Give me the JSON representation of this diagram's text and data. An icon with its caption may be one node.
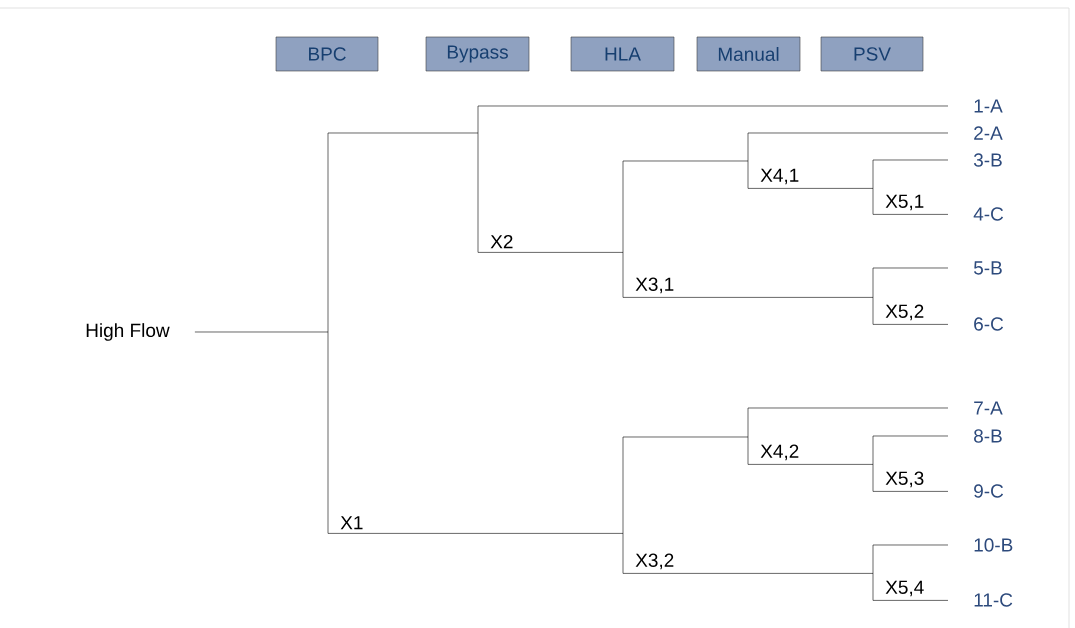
{
  "diagram": {
    "nodes": [
      {
        "text": [
          "BPC"
        ]
      },
      {
        "text": [
          "Bypass"
        ]
      },
      {
        "text": [
          "HLA"
        ]
      },
      {
        "text": [
          "Manual"
        ]
      },
      {
        "text": [
          "PSV"
        ]
      },
      {
        "text": [
          "High Flow"
        ]
      },
      {
        "text": [
          "X1"
        ]
      },
      {
        "text": [
          "X2"
        ]
      },
      {
        "text": [
          "X3,1"
        ]
      },
      {
        "text": [
          "X4,1"
        ]
      },
      {
        "text": [
          "X5,1"
        ]
      },
      {
        "text": [
          "X5,2"
        ]
      },
      {
        "text": [
          "X3,2"
        ]
      },
      {
        "text": [
          "X4,2"
        ]
      },
      {
        "text": [
          "X5,3"
        ]
      },
      {
        "text": [
          "X5,4"
        ]
      },
      {
        "text": [
          "1-A"
        ]
      },
      {
        "text": [
          "2-A"
        ]
      },
      {
        "text": [
          "3-B"
        ]
      },
      {
        "text": [
          "4-C"
        ]
      },
      {
        "text": [
          "5-B"
        ]
      },
      {
        "text": [
          "6-C"
        ]
      },
      {
        "text": [
          "7-A"
        ]
      },
      {
        "text": [
          "8-B"
        ]
      },
      {
        "text": [
          "9-C"
        ]
      },
      {
        "text": [
          "10-B"
        ]
      },
      {
        "text": [
          "11-C"
        ]
      }
    ],
    "edges": [
      {
        "from": 5,
        "to": 6,
        "arrow": "none"
      },
      {
        "from": 6,
        "to": 7,
        "arrow": "none"
      },
      {
        "from": 6,
        "to": 12,
        "arrow": "none"
      },
      {
        "from": 7,
        "to": 16,
        "arrow": "none"
      },
      {
        "from": 7,
        "to": 8,
        "arrow": "none"
      },
      {
        "from": 8,
        "to": 9,
        "arrow": "none"
      },
      {
        "from": 8,
        "to": 11,
        "arrow": "none"
      },
      {
        "from": 9,
        "to": 17,
        "arrow": "none"
      },
      {
        "from": 9,
        "to": 10,
        "arrow": "none"
      },
      {
        "from": 10,
        "to": 18,
        "arrow": "none"
      },
      {
        "from": 10,
        "to": 19,
        "arrow": "none"
      },
      {
        "from": 11,
        "to": 20,
        "arrow": "none"
      },
      {
        "from": 11,
        "to": 21,
        "arrow": "none"
      },
      {
        "from": 12,
        "to": 13,
        "arrow": "none"
      },
      {
        "from": 12,
        "to": 15,
        "arrow": "none"
      },
      {
        "from": 13,
        "to": 22,
        "arrow": "none"
      },
      {
        "from": 13,
        "to": 14,
        "arrow": "none"
      },
      {
        "from": 14,
        "to": 23,
        "arrow": "none"
      },
      {
        "from": 14,
        "to": 24,
        "arrow": "none"
      },
      {
        "from": 15,
        "to": 25,
        "arrow": "none"
      },
      {
        "from": 15,
        "to": 26,
        "arrow": "none"
      }
    ]
  }
}
